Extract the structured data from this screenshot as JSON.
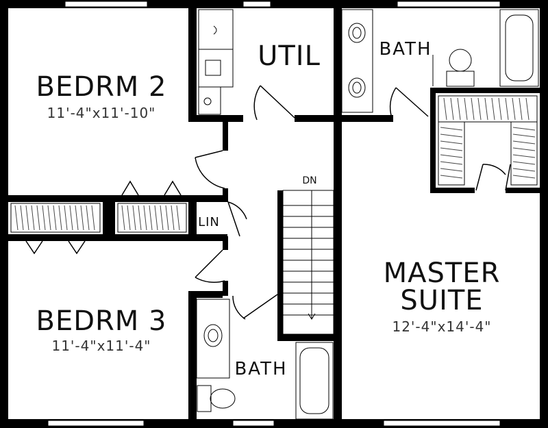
{
  "plan": {
    "rooms": {
      "bedroom2": {
        "name": "BEDRM 2",
        "dims": "11'-4\"x11'-10\""
      },
      "bedroom3": {
        "name": "BEDRM 3",
        "dims": "11'-4\"x11'-4\""
      },
      "master": {
        "name_line1": "MASTER",
        "name_line2": "SUITE",
        "dims": "12'-4\"x14'-4\""
      },
      "util": {
        "name": "UTIL"
      },
      "bath_top": {
        "name": "BATH"
      },
      "bath_bottom": {
        "name": "BATH"
      },
      "linen": {
        "name": "LIN"
      }
    },
    "stairs": {
      "label": "DN"
    },
    "colors": {
      "wall": "#000000",
      "fixture": "#555555",
      "background": "#ffffff"
    }
  }
}
